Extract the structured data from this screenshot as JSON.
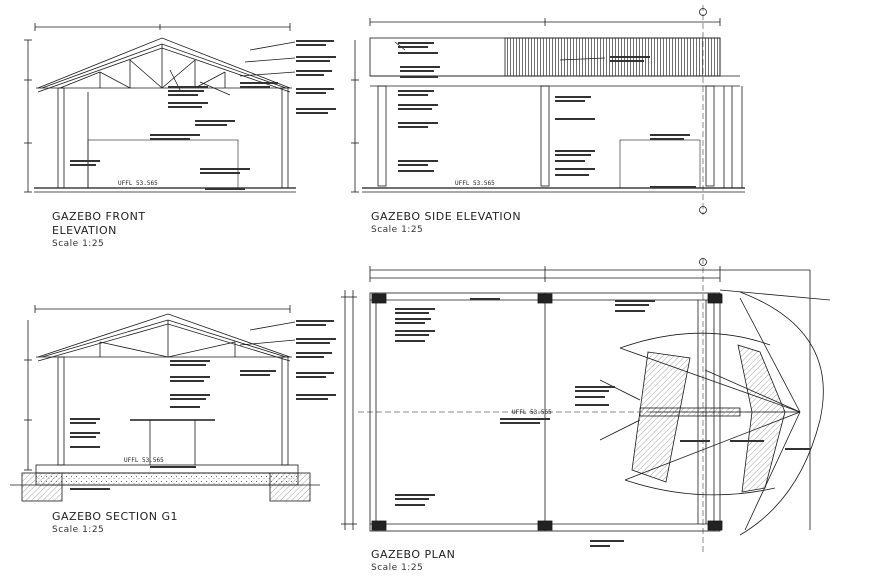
{
  "drawings": {
    "front": {
      "title_line1": "GAZEBO FRONT",
      "title_line2": "ELEVATION",
      "scale": "Scale 1:25",
      "level": "UFFL 53.565"
    },
    "side": {
      "title_line1": "GAZEBO SIDE ELEVATION",
      "scale": "Scale 1:25",
      "level": "UFFL 53.565"
    },
    "section": {
      "title_line1": "GAZEBO SECTION G1",
      "scale": "Scale 1:25",
      "level": "UFFL 53.565"
    },
    "plan": {
      "title_line1": "GAZEBO PLAN",
      "scale": "Scale 1:25",
      "level": "UFFL 53.565"
    }
  },
  "colors": {
    "line": "#1a1a1a",
    "hatch": "#555555",
    "background": "#ffffff"
  }
}
